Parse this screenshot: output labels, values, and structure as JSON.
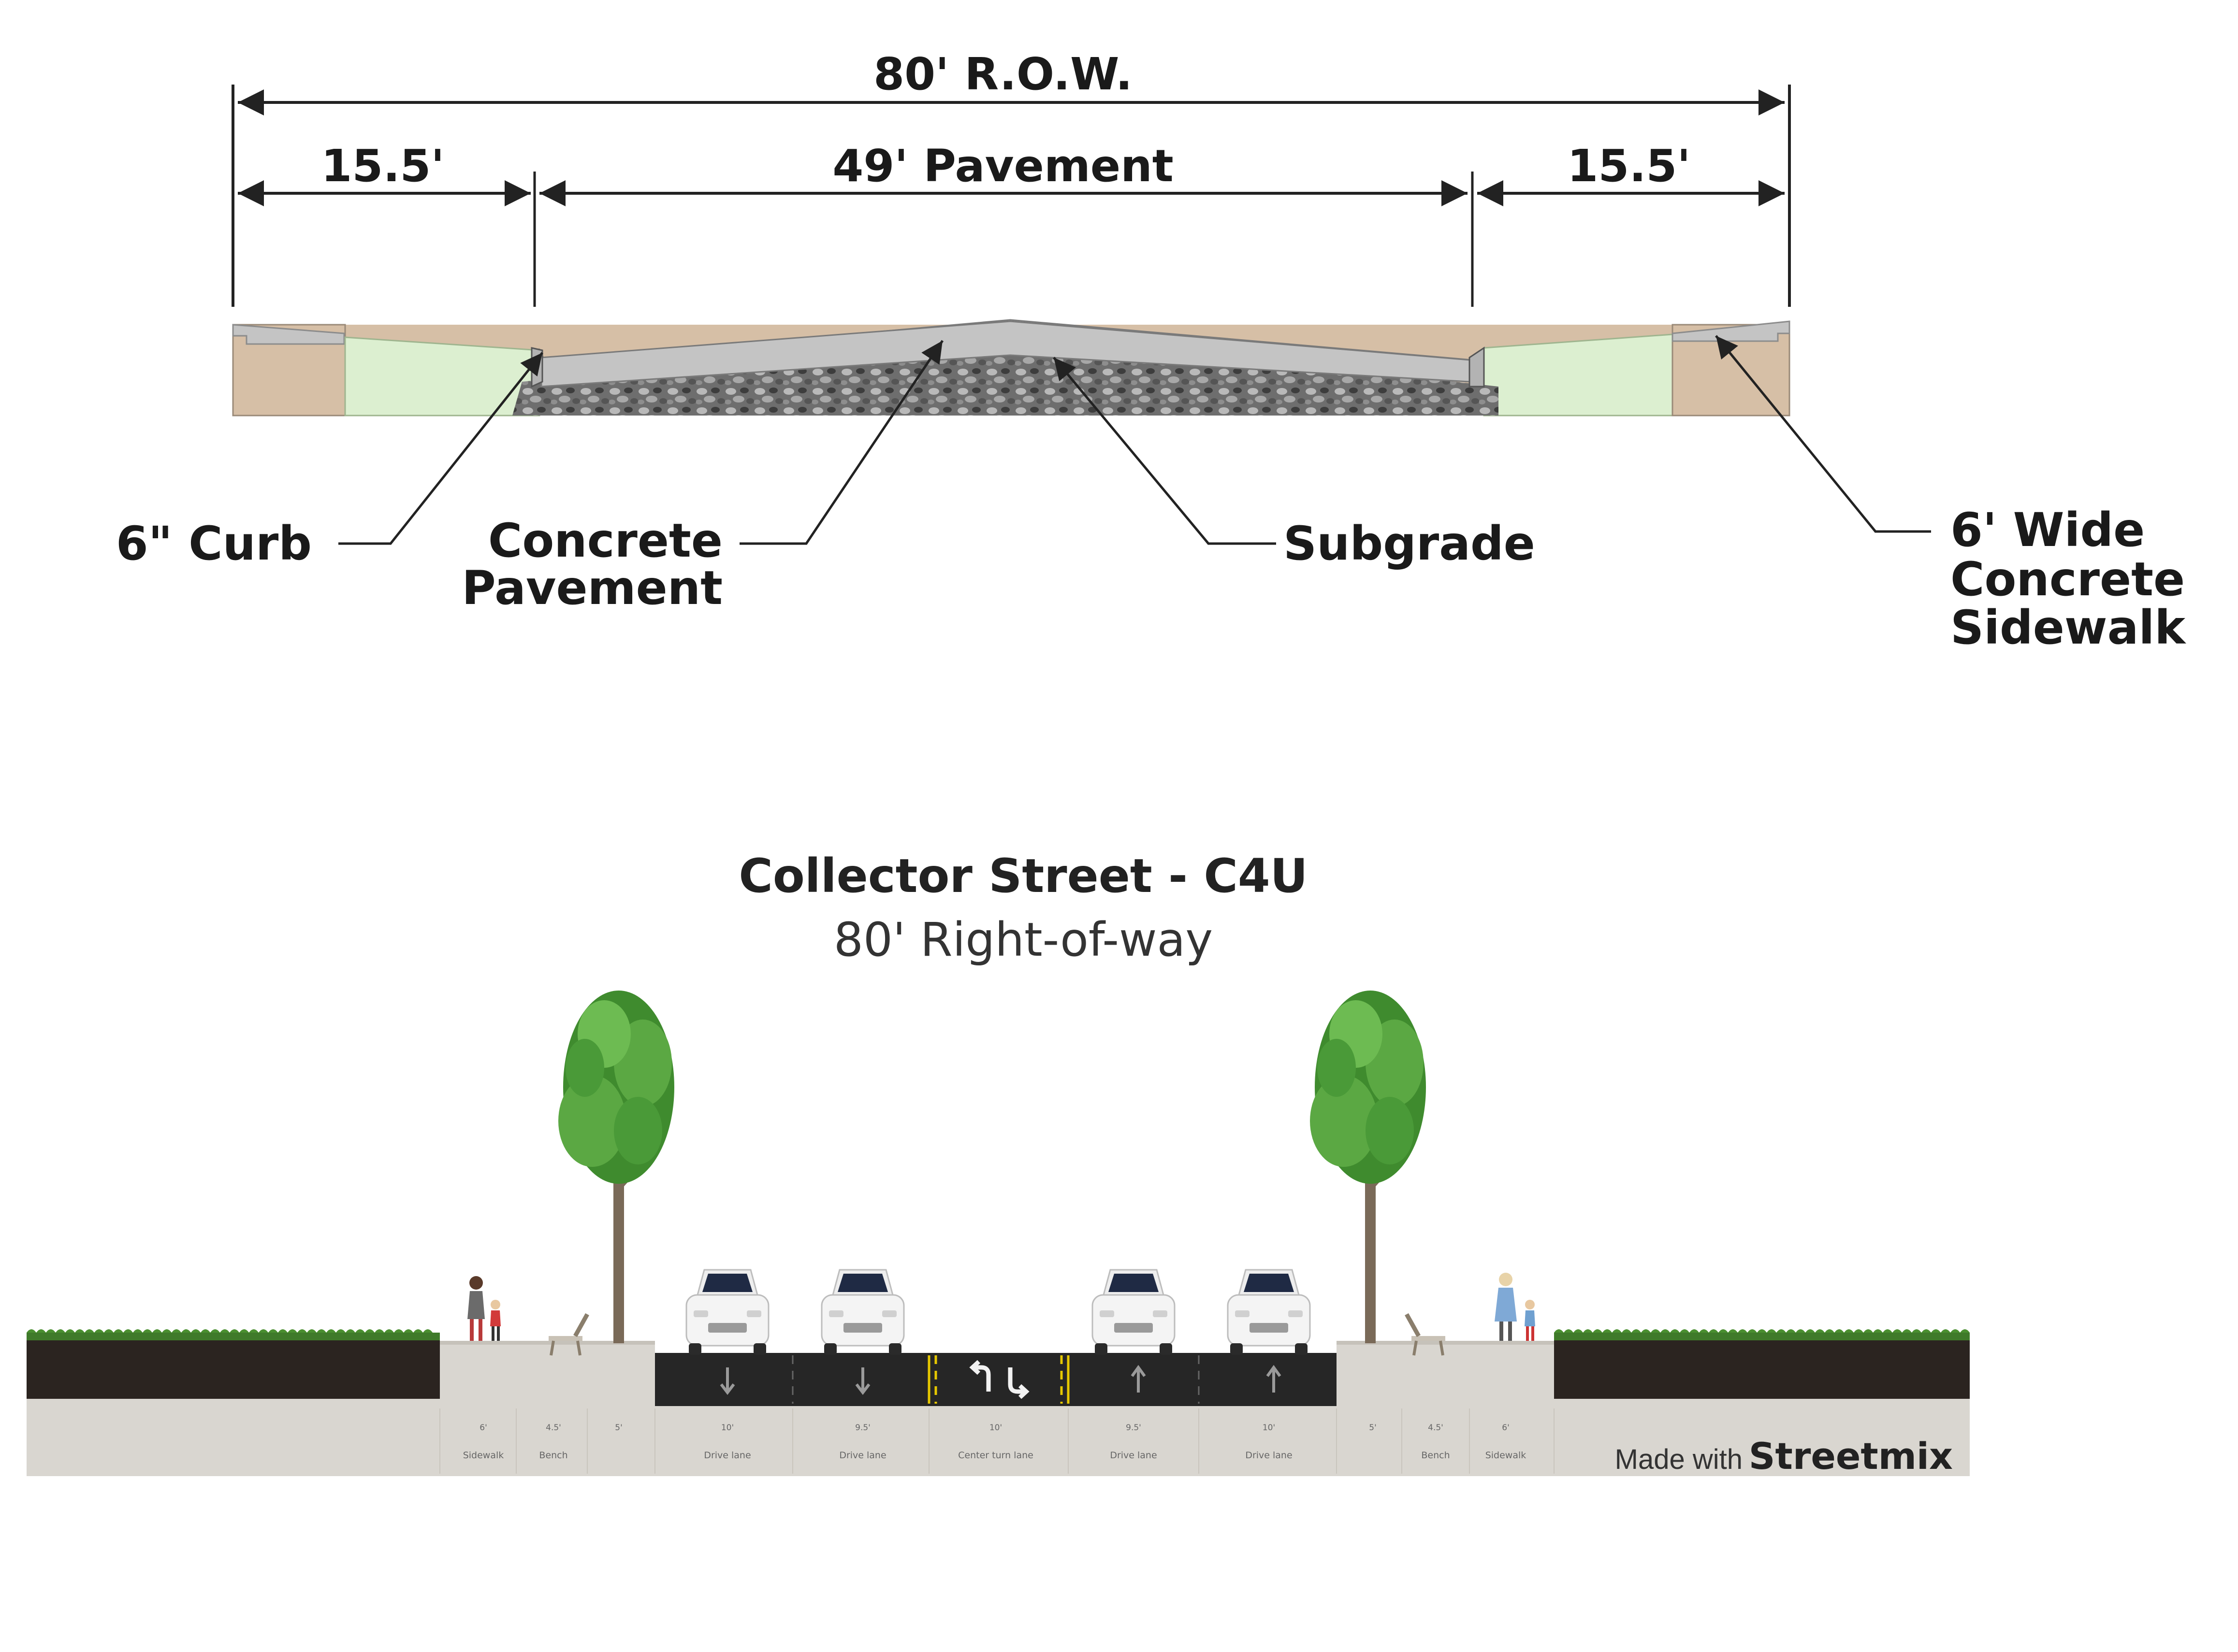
{
  "top_section": {
    "row_label": "80' R.O.W.",
    "left_width": "15.5'",
    "pavement_width": "49' Pavement",
    "right_width": "15.5'",
    "callouts": {
      "curb": "6\" Curb",
      "concrete": [
        "Concrete",
        "Pavement"
      ],
      "subgrade": "Subgrade",
      "sidewalk": [
        "6' Wide",
        "Concrete",
        "Sidewalk"
      ]
    }
  },
  "bottom_section": {
    "title": "Collector Street - C4U",
    "subtitle": "80' Right-of-way",
    "segments": [
      {
        "width": "6'",
        "name": "Sidewalk"
      },
      {
        "width": "4.5'",
        "name": "Bench"
      },
      {
        "width": "5'",
        "name": ""
      },
      {
        "width": "10'",
        "name": "Drive lane"
      },
      {
        "width": "9.5'",
        "name": "Drive lane"
      },
      {
        "width": "10'",
        "name": "Center turn lane"
      },
      {
        "width": "9.5'",
        "name": "Drive lane"
      },
      {
        "width": "10'",
        "name": "Drive lane"
      },
      {
        "width": "5'",
        "name": ""
      },
      {
        "width": "4.5'",
        "name": "Bench"
      },
      {
        "width": "6'",
        "name": "Sidewalk"
      }
    ],
    "credit_prefix": "Made with",
    "credit_brand": "Streetmix"
  },
  "colors": {
    "soil": "#d6bfa6",
    "grass_strip": "#dcefd0",
    "concrete": "#c4c4c4",
    "asphalt": "#262626",
    "sidewalk": "#d9d6d0",
    "tree": "#4f9a3a",
    "lane_yellow": "#e6c800"
  }
}
